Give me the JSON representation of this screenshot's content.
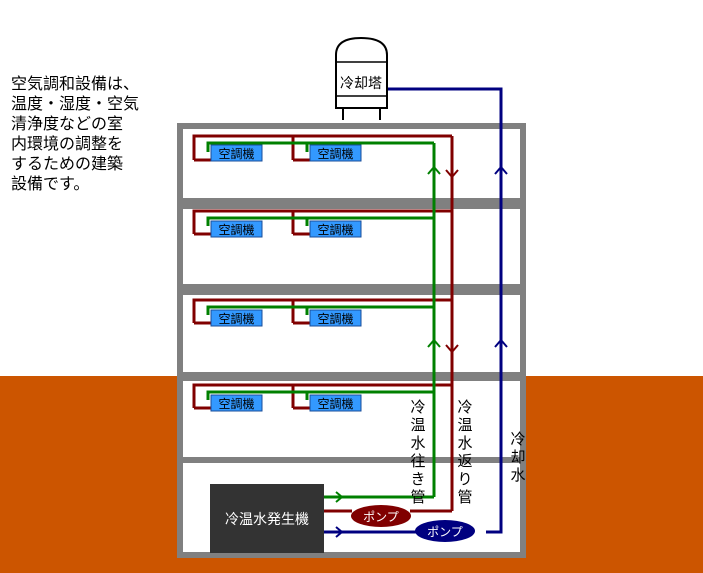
{
  "description_lines": [
    "空気調和設備は、",
    "温度・湿度・空気",
    "清浄度などの室",
    "内環境の調整を",
    "するための建築",
    "設備です。"
  ],
  "cooling_tower_label": "冷却塔",
  "ac_unit_label": "空調機",
  "chiller_label": "冷温水発生機",
  "pump_label": "ポンプ",
  "pipe_labels": {
    "supply": "冷温水往き管",
    "return": "冷温水返り管",
    "cooling": "冷却水"
  },
  "colors": {
    "ground": "#CC5500",
    "building_frame": "#808080",
    "supply_pipe": "#008000",
    "return_pipe": "#800000",
    "cooling_pipe": "#000080",
    "ac_unit_fill": "#3399FF",
    "chiller_fill": "#333333",
    "return_pump_fill": "#800000",
    "cooling_pump_fill": "#000080"
  },
  "floors": [
    {
      "units": [
        "空調機",
        "空調機"
      ]
    },
    {
      "units": [
        "空調機",
        "空調機"
      ]
    },
    {
      "units": [
        "空調機",
        "空調機"
      ]
    },
    {
      "units": [
        "空調機",
        "空調機"
      ]
    }
  ]
}
